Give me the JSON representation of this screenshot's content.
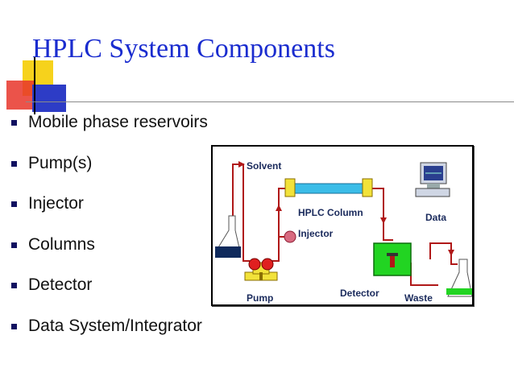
{
  "slide": {
    "title": "HPLC System Components",
    "bullets": [
      "Mobile phase reservoirs",
      "Pump(s)",
      "Injector",
      "Columns",
      "Detector",
      "Data System/Integrator"
    ]
  },
  "diagram": {
    "labels": {
      "solvent": "Solvent",
      "column": "HPLC Column",
      "data": "Data",
      "injector": "Injector",
      "pump": "Pump",
      "detector": "Detector",
      "waste": "Waste"
    }
  },
  "colors": {
    "title": "#1a2ccf",
    "tubing": "#b01818",
    "column": "#3bbde8",
    "detector": "#22d422",
    "pump_base": "#f2e23a"
  }
}
